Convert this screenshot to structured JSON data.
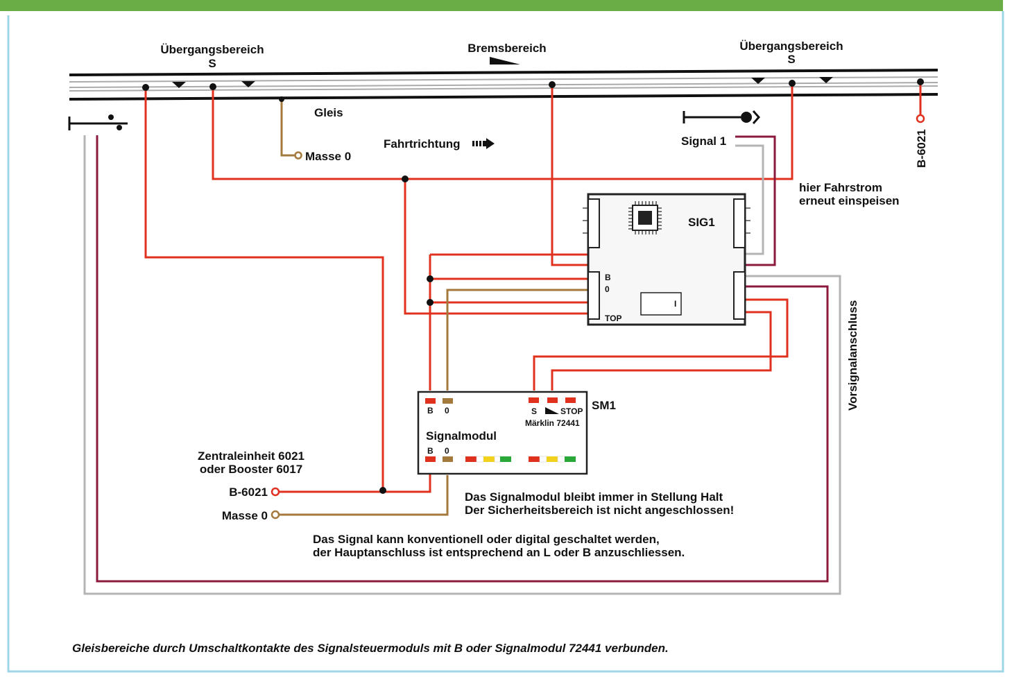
{
  "labels": {
    "transition_left": "Übergangsbereich",
    "transition_left_s": "S",
    "braking": "Bremsbereich",
    "transition_right": "Übergangsbereich",
    "transition_right_s": "S",
    "track": "Gleis",
    "ground_track": "Masse 0",
    "direction": "Fahrtrichtung",
    "signal1": "Signal 1",
    "b6021_vertical": "B-6021",
    "feed_again_1": "hier Fahrstrom",
    "feed_again_2": "erneut einspeisen",
    "sig1": "SIG1",
    "sig1_b": "B",
    "sig1_0": "0",
    "sig1_top": "TOP",
    "sig1_switch": "I",
    "distant_signal": "Vorsignalanschluss",
    "sm1": "SM1",
    "sm_b_top": "B",
    "sm_0_top": "0",
    "sm_s": "S",
    "sm_stop": "STOP",
    "sm_model": "Märklin 72441",
    "sm_name": "Signalmodul",
    "sm_b_bottom": "B",
    "sm_0_bottom": "0",
    "central_1": "Zentraleinheit 6021",
    "central_2": "oder Booster 6017",
    "b6021": "B-6021",
    "ground": "Masse 0",
    "note1_1": "Das Signalmodul bleibt immer in Stellung Halt",
    "note1_2": "Der Sicherheitsbereich ist nicht angeschlossen!",
    "note2_1": "Das Signal kann konventionell oder digital geschaltet werden,",
    "note2_2": "der Hauptanschluss ist entsprechend an L oder B anzuschliessen.",
    "caption": "Gleisbereiche durch Umschaltkontakte des Signalsteuermoduls mit B oder Signalmodul 72441 verbunden."
  },
  "colors": {
    "red": "#e0301e",
    "brown": "#a47a3c",
    "maroon": "#8b1a3d",
    "gray": "#b4b4b4",
    "frame": "#9fd6e6",
    "topbar": "#6aac46",
    "led_yellow": "#f2d21c",
    "led_green": "#2aa83a"
  }
}
